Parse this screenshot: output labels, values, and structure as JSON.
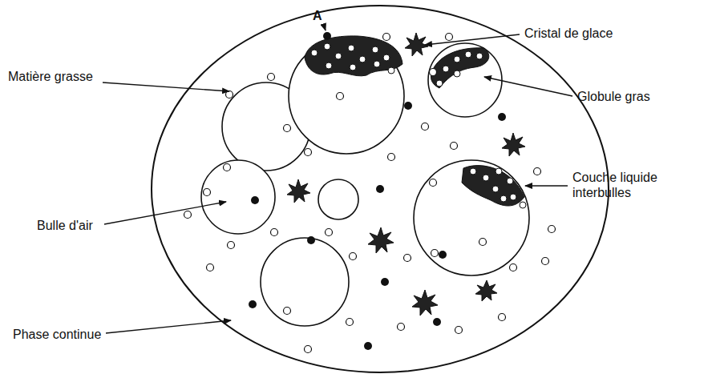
{
  "diagram": {
    "labels": [
      "A",
      "Cristal de glace",
      "Matière grasse",
      "Globule gras",
      "Bulle d'air",
      "Couche liquide interbulles",
      "Phase continue"
    ]
  }
}
